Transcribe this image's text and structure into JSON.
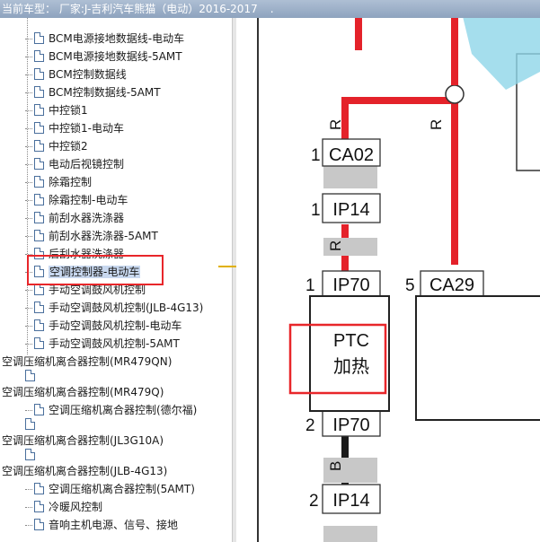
{
  "window": {
    "title": "当前车型：  厂家:J-吉利汽车熊猫（电动）2016-2017",
    "title_suffix": "."
  },
  "tree": {
    "items": [
      {
        "label": "BCM电源接地数据线-电动车",
        "selected": false
      },
      {
        "label": "BCM电源接地数据线-5AMT",
        "selected": false
      },
      {
        "label": "BCM控制数据线",
        "selected": false
      },
      {
        "label": "BCM控制数据线-5AMT",
        "selected": false
      },
      {
        "label": "中控锁1",
        "selected": false
      },
      {
        "label": "中控锁1-电动车",
        "selected": false
      },
      {
        "label": "中控锁2",
        "selected": false
      },
      {
        "label": "电动后视镜控制",
        "selected": false
      },
      {
        "label": "除霜控制",
        "selected": false
      },
      {
        "label": "除霜控制-电动车",
        "selected": false
      },
      {
        "label": "前刮水器洗涤器",
        "selected": false
      },
      {
        "label": "前刮水器洗涤器-5AMT",
        "selected": false
      },
      {
        "label": "后刮水器洗涤器",
        "selected": false
      },
      {
        "label": "空调控制器-电动车",
        "selected": true
      },
      {
        "label": "手动空调鼓风机控制",
        "selected": false
      },
      {
        "label": "手动空调鼓风机控制(JLB-4G13)",
        "selected": false
      },
      {
        "label": "手动空调鼓风机控制-电动车",
        "selected": false
      },
      {
        "label": "手动空调鼓风机控制-5AMT",
        "selected": false
      }
    ],
    "groups": [
      {
        "label": "空调压缩机离合器控制(MR479QN)",
        "children": []
      },
      {
        "label": "空调压缩机离合器控制(MR479Q)",
        "children": [
          "空调压缩机离合器控制(德尔福)"
        ]
      },
      {
        "label": "空调压缩机离合器控制(JL3G10A)",
        "children": []
      },
      {
        "label": "空调压缩机离合器控制(JLB-4G13)",
        "children": [
          "空调压缩机离合器控制(5AMT)",
          "冷暖风控制",
          "音响主机电源、信号、接地"
        ]
      }
    ]
  },
  "diagram": {
    "connectors": [
      "CA02",
      "IP14",
      "IP70",
      "CA29",
      "IP70",
      "IP14"
    ],
    "pins": [
      "1",
      "1",
      "1",
      "5",
      "2",
      "2"
    ],
    "wire_labels": [
      "R",
      "R",
      "R",
      "B"
    ],
    "component": {
      "line1": "PTC",
      "line2": "加热"
    },
    "colors": {
      "wire_red": "#e4222a",
      "wire_black": "#1a1a1a",
      "highlight": "#e8262a",
      "connector_grey": "#c8c8c8"
    }
  }
}
